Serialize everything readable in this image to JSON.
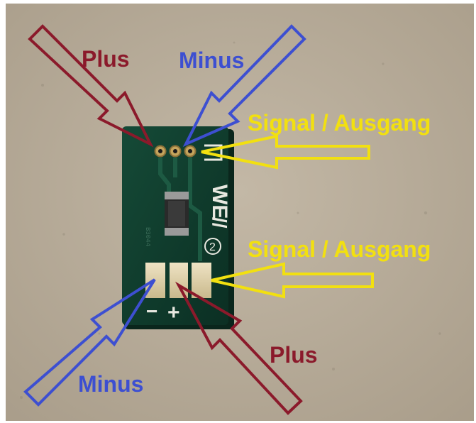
{
  "photo": {
    "background_color": "#b9ad9b",
    "board_color": "#0e3a2b",
    "pad_color": "#d8c8a0"
  },
  "labels": {
    "top_plus": "Plus",
    "top_minus": "Minus",
    "top_signal": "Signal / Ausgang",
    "bottom_signal": "Signal / Ausgang",
    "bottom_plus": "Plus",
    "bottom_minus": "Minus"
  },
  "board": {
    "logo_text": "WE",
    "logo_suffix": "//",
    "circled_number": "2",
    "silk_minus": "−",
    "silk_plus": "+"
  },
  "colors": {
    "plus": "#8b1a2b",
    "minus": "#3d4fd1",
    "signal": "#f2e010"
  }
}
